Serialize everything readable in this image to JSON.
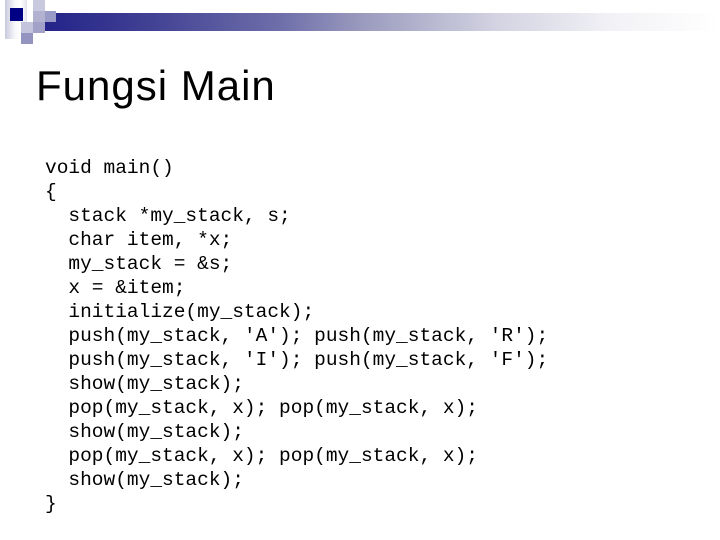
{
  "theme": {
    "colors": {
      "background": "#ffffff",
      "title_text": "#000000",
      "code_text": "#000000",
      "navy_square": "#000085",
      "bar_navy": "#23238a",
      "lavender_light": "#c8c8de",
      "lavender_mid": "#9a9ac6",
      "lavender_deep": "#9494c0"
    }
  },
  "slide": {
    "title": "Fungsi Main",
    "code_lines": [
      "void main()",
      "{",
      "  stack *my_stack, s;",
      "  char item, *x;",
      "  my_stack = &s;",
      "  x = &item;",
      "  initialize(my_stack);",
      "  push(my_stack, 'A'); push(my_stack, 'R');",
      "  push(my_stack, 'I'); push(my_stack, 'F');",
      "  show(my_stack);",
      "  pop(my_stack, x); pop(my_stack, x);",
      "  show(my_stack);",
      "  pop(my_stack, x); pop(my_stack, x);",
      "  show(my_stack);",
      "}"
    ]
  }
}
